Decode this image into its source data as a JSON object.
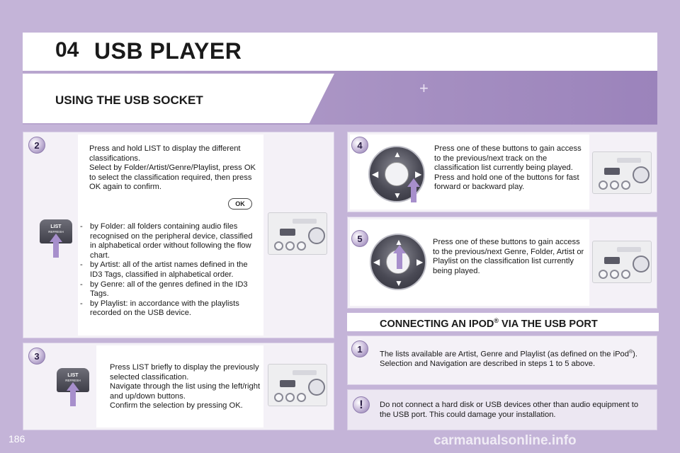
{
  "header": {
    "chapter": "04",
    "title": "USB PLAYER"
  },
  "section": {
    "title": "USING THE USB SOCKET"
  },
  "steps": {
    "s2": {
      "badge": "2",
      "intro": "Press and hold LIST to display the different classifications.\nSelect by Folder/Artist/Genre/Playlist, press OK to select the classification required, then press OK again to confirm.",
      "ok_label": "OK",
      "button_label": "LIST",
      "button_sub": "REFRESH",
      "bullets": [
        "by Folder: all folders containing audio files recognised on the peripheral device, classified in alphabetical order without following the flow chart.",
        "by Artist: all of the artist names defined in the ID3 Tags, classified in alphabetical order.",
        "by Genre: all of the genres defined in the ID3 Tags.",
        "by Playlist: in accordance with the playlists recorded on the USB device."
      ]
    },
    "s3": {
      "badge": "3",
      "text": "Press LIST briefly to display the previously selected classification.\nNavigate through the list using the left/right and up/down buttons.\nConfirm the selection by pressing OK.",
      "button_label": "LIST",
      "button_sub": "REFRESH"
    },
    "s4": {
      "badge": "4",
      "text": "Press one of these buttons to gain access to the previous/next track on the classification list currently being played.\nPress and hold one of the buttons for fast forward or backward play."
    },
    "s5": {
      "badge": "5",
      "text": "Press one of these buttons to gain access to the previous/next Genre, Folder, Artist or Playlist on the classification list currently being played."
    }
  },
  "connect": {
    "title_pre": "CONNECTING AN IPOD",
    "title_sup": "®",
    "title_post": " VIA THE USB PORT",
    "badge": "1",
    "text_a": "The lists available are Artist, Genre and Playlist (as defined on the iPod",
    "text_sup": "®",
    "text_b": ").",
    "text_c": "Selection and Navigation are described in steps 1 to 5 above."
  },
  "warning": {
    "badge": "!",
    "text": "Do not connect a hard disk or USB devices other than audio equipment to the USB port. This could damage your installation."
  },
  "footer": {
    "page": "186",
    "watermark": "carmanualsonline.info"
  }
}
